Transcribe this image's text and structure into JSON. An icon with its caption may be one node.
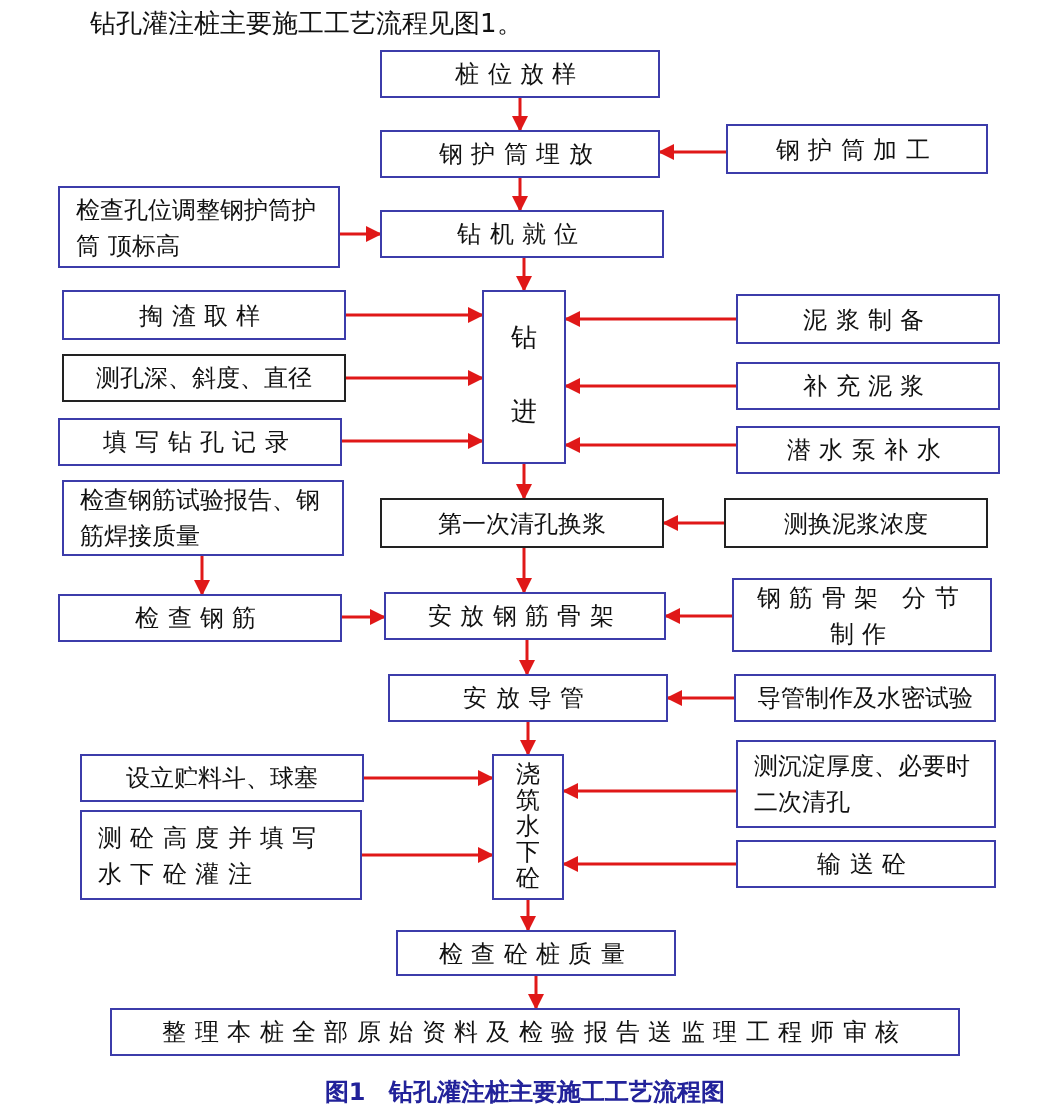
{
  "diagram": {
    "caption": "图1　钻孔灌注桩主要施工工艺流程图",
    "nodes": [
      {
        "text": [
          "桩位放样"
        ]
      },
      {
        "text": [
          "钢护筒埋放"
        ]
      },
      {
        "text": [
          "钢护筒加工"
        ]
      },
      {
        "text": [
          "检查孔位调整钢护筒护筒 顶标高"
        ]
      },
      {
        "text": [
          "钻机就位"
        ]
      },
      {
        "text": [
          "掏渣取样"
        ]
      },
      {
        "text": [
          "钻进"
        ]
      },
      {
        "text": [
          "泥浆制备"
        ]
      },
      {
        "text": [
          "测孔深、斜度、直径"
        ]
      },
      {
        "text": [
          "补充泥浆"
        ]
      },
      {
        "text": [
          "填写钻孔记录"
        ]
      },
      {
        "text": [
          "潜水泵补水"
        ]
      },
      {
        "text": [
          "检查钢筋试验报告、钢筋焊接质量"
        ]
      },
      {
        "text": [
          "第一次清孔换浆"
        ]
      },
      {
        "text": [
          "测换泥浆浓度"
        ]
      },
      {
        "text": [
          "检查钢筋"
        ]
      },
      {
        "text": [
          "安放钢筋骨架"
        ]
      },
      {
        "text": [
          "钢筋骨架 分节制作"
        ]
      },
      {
        "text": [
          "安放导管"
        ]
      },
      {
        "text": [
          "导管制作及水密试验"
        ]
      },
      {
        "text": [
          "设立贮料斗、球塞"
        ]
      },
      {
        "text": [
          "浇筑水下砼"
        ]
      },
      {
        "text": [
          "测沉淀厚度、必要时二次清孔"
        ]
      },
      {
        "text": [
          "测砼高度并填写水下砼灌注"
        ]
      },
      {
        "text": [
          "输送砼"
        ]
      },
      {
        "text": [
          "检查砼桩质量"
        ]
      },
      {
        "text": [
          "整理本桩全部原始资料及检验报告送监理工程师审核"
        ]
      }
    ],
    "edges": [
      {
        "from": 0,
        "to": 1,
        "arrow": "to"
      },
      {
        "from": 2,
        "to": 1,
        "arrow": "to"
      },
      {
        "from": 1,
        "to": 4,
        "arrow": "to"
      },
      {
        "from": 3,
        "to": 4,
        "arrow": "to"
      },
      {
        "from": 4,
        "to": 6,
        "arrow": "to"
      },
      {
        "from": 5,
        "to": 6,
        "arrow": "to"
      },
      {
        "from": 7,
        "to": 6,
        "arrow": "to"
      },
      {
        "from": 8,
        "to": 6,
        "arrow": "to"
      },
      {
        "from": 9,
        "to": 6,
        "arrow": "to"
      },
      {
        "from": 10,
        "to": 6,
        "arrow": "to"
      },
      {
        "from": 11,
        "to": 6,
        "arrow": "to"
      },
      {
        "from": 6,
        "to": 13,
        "arrow": "to"
      },
      {
        "from": 14,
        "to": 13,
        "arrow": "to"
      },
      {
        "from": 12,
        "to": 15,
        "arrow": "to"
      },
      {
        "from": 13,
        "to": 16,
        "arrow": "to"
      },
      {
        "from": 15,
        "to": 16,
        "arrow": "to"
      },
      {
        "from": 17,
        "to": 16,
        "arrow": "to"
      },
      {
        "from": 16,
        "to": 18,
        "arrow": "to"
      },
      {
        "from": 19,
        "to": 18,
        "arrow": "to"
      },
      {
        "from": 18,
        "to": 21,
        "arrow": "to"
      },
      {
        "from": 20,
        "to": 21,
        "arrow": "to"
      },
      {
        "from": 22,
        "to": 21,
        "arrow": "to"
      },
      {
        "from": 23,
        "to": 21,
        "arrow": "to"
      },
      {
        "from": 24,
        "to": 21,
        "arrow": "to"
      },
      {
        "from": 21,
        "to": 25,
        "arrow": "to"
      },
      {
        "from": 25,
        "to": 26,
        "arrow": "to"
      }
    ],
    "labels": [
      "钻孔灌注桩主要施工工艺流程见图1。"
    ]
  }
}
